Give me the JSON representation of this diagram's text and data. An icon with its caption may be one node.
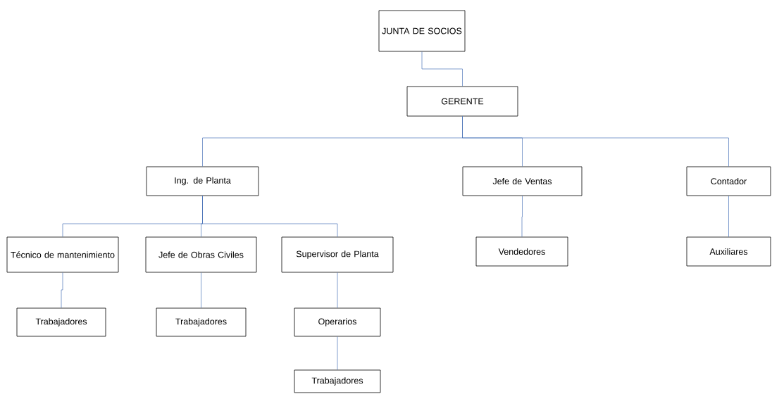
{
  "diagram": {
    "nodes": [
      {
        "text": [
          "JUNTA DE SOCIOS"
        ]
      },
      {
        "text": [
          "GERENTE"
        ]
      },
      {
        "text": [
          "Ing. de Planta"
        ]
      },
      {
        "text": [
          "Jefe de Ventas"
        ]
      },
      {
        "text": [
          "Contador"
        ]
      },
      {
        "text": [
          "Técnico de mantenimiento"
        ]
      },
      {
        "text": [
          "Jefe de Obras Civiles"
        ]
      },
      {
        "text": [
          "Supervisor de Planta"
        ]
      },
      {
        "text": [
          "Vendedores"
        ]
      },
      {
        "text": [
          "Auxiliares"
        ]
      },
      {
        "text": [
          "Trabajadores"
        ]
      },
      {
        "text": [
          "Trabajadores"
        ]
      },
      {
        "text": [
          "Operarios"
        ]
      },
      {
        "text": [
          "Trabajadores"
        ]
      }
    ],
    "edges": [
      {
        "from": 0,
        "to": 1,
        "arrow": "none"
      },
      {
        "from": 1,
        "to": 2,
        "arrow": "none"
      },
      {
        "from": 1,
        "to": 3,
        "arrow": "none"
      },
      {
        "from": 1,
        "to": 4,
        "arrow": "none"
      },
      {
        "from": 2,
        "to": 5,
        "arrow": "none"
      },
      {
        "from": 2,
        "to": 6,
        "arrow": "none"
      },
      {
        "from": 2,
        "to": 7,
        "arrow": "none"
      },
      {
        "from": 3,
        "to": 8,
        "arrow": "none"
      },
      {
        "from": 4,
        "to": 9,
        "arrow": "none"
      },
      {
        "from": 5,
        "to": 10,
        "arrow": "none"
      },
      {
        "from": 6,
        "to": 11,
        "arrow": "none"
      },
      {
        "from": 7,
        "to": 12,
        "arrow": "none"
      },
      {
        "from": 12,
        "to": 13,
        "arrow": "none"
      }
    ]
  }
}
